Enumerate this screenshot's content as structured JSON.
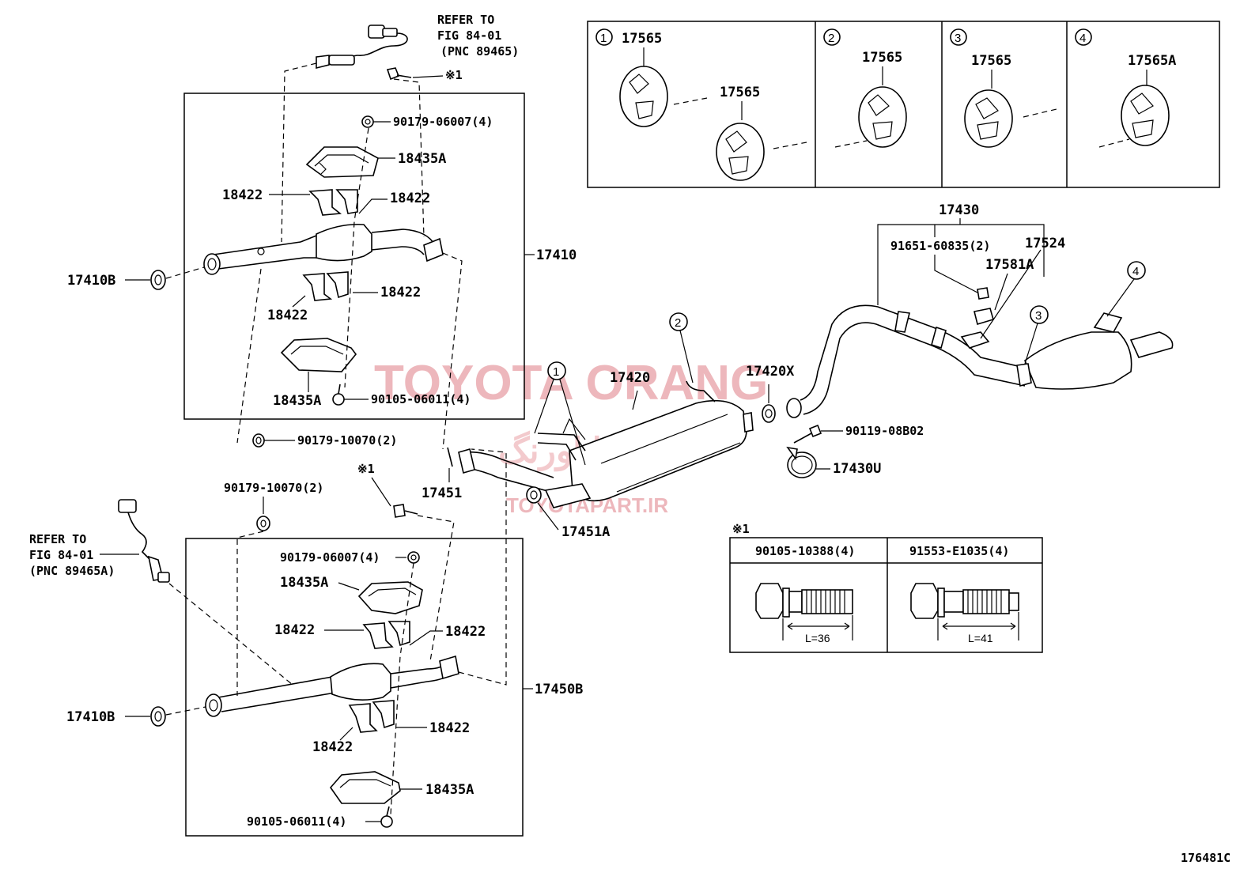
{
  "labels": {
    "refer_top_1": "REFER TO",
    "refer_top_2": "FIG 84-01",
    "refer_top_3": "(PNC 89465)",
    "refer_bot_1": "REFER TO",
    "refer_bot_2": "FIG 84-01",
    "refer_bot_3": "(PNC 89465A)",
    "note1_a": "※1",
    "note1_b": "※1",
    "note1_c": "※1",
    "p90179_06007_a": "90179-06007(4)",
    "p18435A_a": "18435A",
    "p18422_a": "18422",
    "p18422_b": "18422",
    "p17410": "17410",
    "p17410B_a": "17410B",
    "p18422_c": "18422",
    "p18422_d": "18422",
    "p18435A_b": "18435A",
    "p90105_06011_a": "90105-06011(4)",
    "p90179_10070_a": "90179-10070(2)",
    "p90179_10070_b": "90179-10070(2)",
    "p17451": "17451",
    "p17451A": "17451A",
    "p17420": "17420",
    "p17420X": "17420X",
    "p90119_08B02": "90119-08B02",
    "p17430U": "17430U",
    "p17430": "17430",
    "p91651_60835": "91651-60835(2)",
    "p17524": "17524",
    "p17581A": "17581A",
    "p90179_06007_b": "90179-06007(4)",
    "p18435A_c": "18435A",
    "p18422_e": "18422",
    "p18422_f": "18422",
    "p17450B": "17450B",
    "p17410B_b": "17410B",
    "p18422_g": "18422",
    "p18422_h": "18422",
    "p18435A_d": "18435A",
    "p90105_06011_b": "90105-06011(4)",
    "figure_code": "176481C"
  },
  "hangers": [
    {
      "num": "1",
      "parts": [
        "17565",
        "17565"
      ]
    },
    {
      "num": "2",
      "parts": [
        "17565"
      ]
    },
    {
      "num": "3",
      "parts": [
        "17565"
      ]
    },
    {
      "num": "4",
      "parts": [
        "17565A"
      ]
    }
  ],
  "callouts": {
    "c1": "1",
    "c2": "2",
    "c3": "3",
    "c4": "4"
  },
  "bolt_table": {
    "left_part": "90105-10388(4)",
    "right_part": "91553-E1035(4)",
    "left_len": "L=36",
    "right_len": "L=41"
  },
  "watermark": {
    "line1": "TOYOTA ORANG",
    "line2": "تویوتا اورنگ",
    "line3": "TOYOTAPART.IR",
    "color": "#e8a0a6"
  }
}
